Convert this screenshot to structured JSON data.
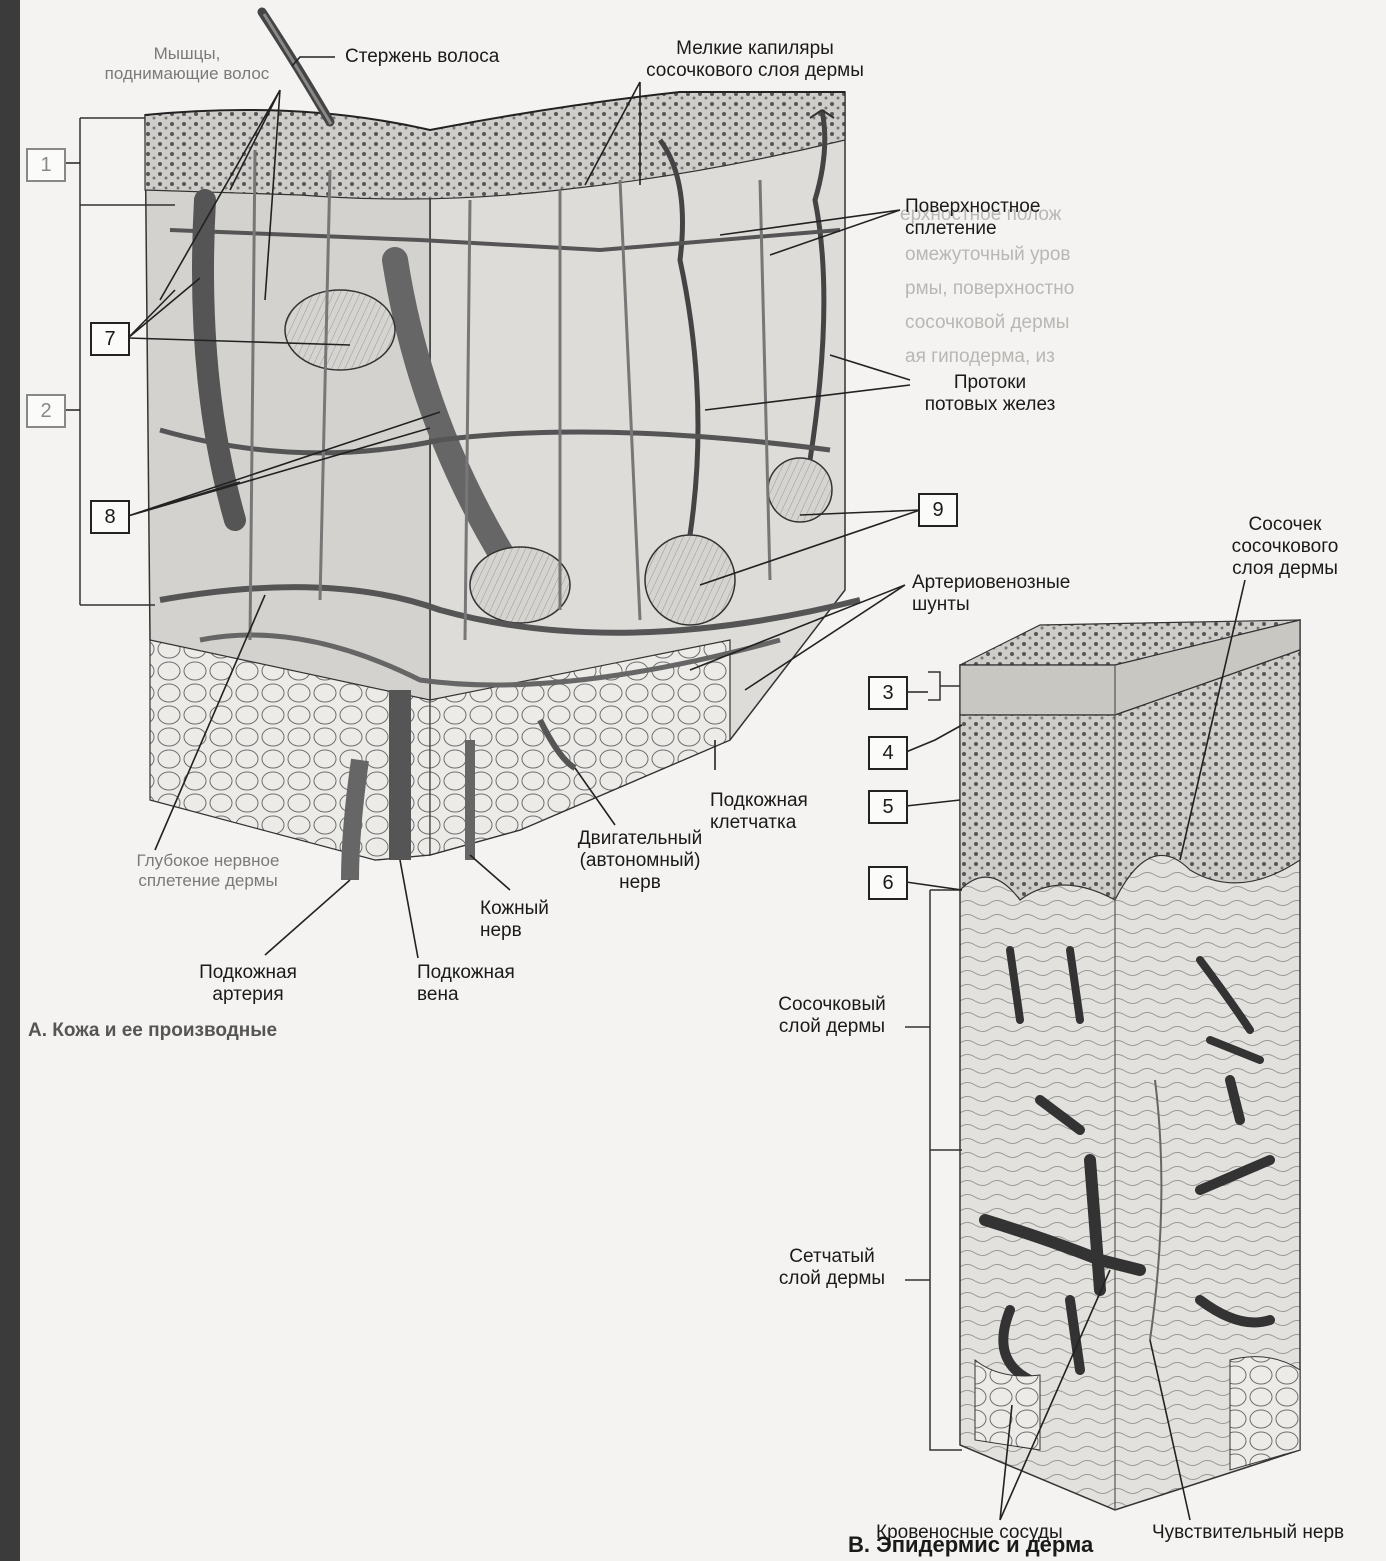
{
  "colors": {
    "ink": "#1a1a1a",
    "paper": "#f4f3f1",
    "tissue": "#d9d7d3",
    "fat": "#ecebe8",
    "page_edge": "#3b3b3b"
  },
  "labels": {
    "hair_shaft": "Стержень волоса",
    "arrector_muscles": "Мышцы,\nподнимающие волос",
    "small_capillaries": "Мелкие капиляры\nсосочкового слоя дермы",
    "superficial_plexus": "Поверхностное\nсплетение",
    "sweat_ducts": "Протоки\nпотовых желез",
    "av_shunts": "Артериовенозные\nшунты",
    "subcutaneous_tissue": "Подкожная\nклетчатка",
    "motor_nerve": "Двигательный\n(автономный)\nнерв",
    "cutaneous_nerve": "Кожный\nнерв",
    "subcutaneous_vein": "Подкожная\nвена",
    "subcutaneous_artery": "Подкожная\nартерия",
    "deep_plexus": "Глубокое нервное\nсплетение дермы",
    "dermal_papilla": "Сосочек\nсосочкового\nслоя дермы",
    "papillary_layer": "Сосочковый\nслой дермы",
    "reticular_layer": "Сетчатый\nслой дермы",
    "blood_vessels": "Кровеносные сосуды",
    "sensory_nerve": "Чувствительный нерв"
  },
  "numbered_boxes": [
    "1",
    "2",
    "3",
    "4",
    "5",
    "6",
    "7",
    "8",
    "9"
  ],
  "captions": {
    "panel_a": "А. Кожа и ее производные",
    "panel_b": "В. Эпидермис и дерма"
  },
  "background_text": [
    "ерхностное полож",
    "омежуточный уров",
    "рмы, поверхностно",
    "сосочковой дермы",
    "ая гиподерма, из"
  ]
}
